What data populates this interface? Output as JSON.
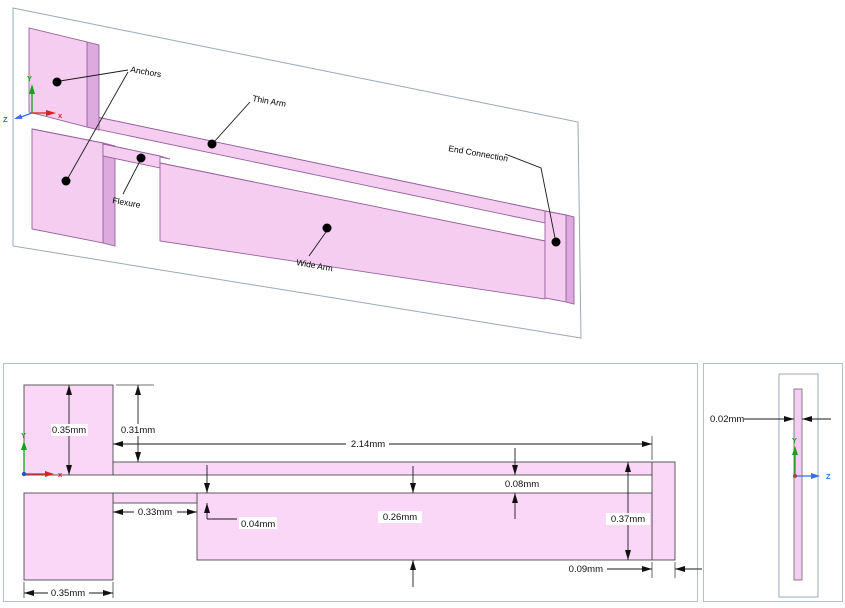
{
  "iso_view": {
    "labels": {
      "anchors": "Anchors",
      "thin_arm": "Thin Arm",
      "flexure": "Flexure",
      "wide_arm": "Wide Arm",
      "end_connection": "End Connection"
    },
    "axes": {
      "x": "x",
      "y": "Y",
      "z": "Z"
    }
  },
  "plan_view": {
    "dims": {
      "anchor_height": "0.35mm",
      "thin_arm_offset": "0.31mm",
      "arm_length": "2.14mm",
      "arm_gap": "0.08mm",
      "flexure_length": "0.33mm",
      "flexure_width": "0.04mm",
      "wide_arm_width": "0.26mm",
      "overall_arm_width": "0.37mm",
      "end_connection_width": "0.09mm",
      "anchor_width": "0.35mm"
    },
    "axes": {
      "x": "x",
      "y": "Y"
    }
  },
  "side_view": {
    "dims": {
      "thickness": "0.02mm"
    },
    "axes": {
      "y": "Y",
      "z": "Z"
    }
  },
  "colors": {
    "part_front": "#f5cdf1",
    "part_top_face": "#cc9ccc",
    "part_side_face": "#dcaade",
    "part_edge": "#96639c",
    "plan_fill": "#fbd7f7",
    "plan_edge": "#4d4d4d",
    "plane_outline": "#9aa8bb",
    "panel_border": "#b6c0cc",
    "dim_color": "#1a1a1a",
    "axis_x": "#e02020",
    "axis_y": "#18a018",
    "axis_z": "#3a6cf0"
  }
}
